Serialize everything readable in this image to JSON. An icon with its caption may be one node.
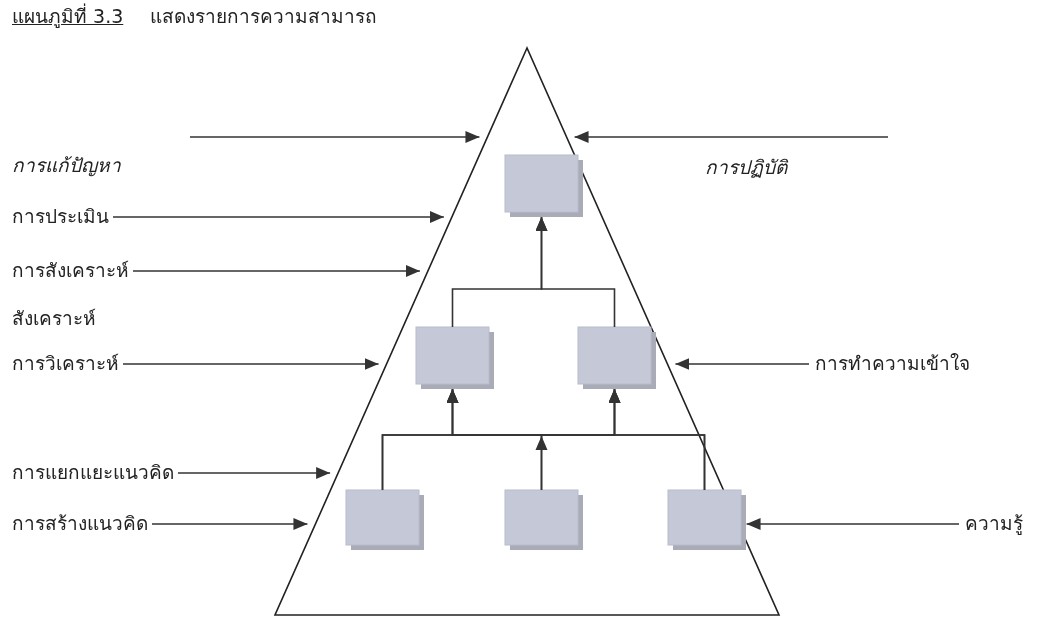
{
  "diagram": {
    "title": "แสดงรายการความสามารถ",
    "nodes": [
      {
        "text": [],
        "shape": "triangle"
      },
      {
        "text": [],
        "shape": "box",
        "in": 0
      },
      {
        "text": [],
        "shape": "box",
        "in": 0
      },
      {
        "text": [],
        "shape": "box",
        "in": 0
      },
      {
        "text": [],
        "shape": "box",
        "in": 0
      },
      {
        "text": [],
        "shape": "box",
        "in": 0
      },
      {
        "text": [],
        "shape": "box",
        "in": 0
      },
      {
        "text": [
          "การประเมิน"
        ]
      },
      {
        "text": [
          "การสังเคราะห์"
        ]
      },
      {
        "text": [
          "การวิเคราะห์"
        ]
      },
      {
        "text": [
          "การแยกแยะแนวคิด"
        ]
      },
      {
        "text": [
          "การสร้างแนวคิด"
        ]
      },
      {
        "text": [
          "การทำความเข้าใจ"
        ]
      },
      {
        "text": [
          "ความรู้"
        ]
      }
    ],
    "edges": [
      {
        "from": null,
        "to": 0,
        "arrow": "to",
        "label": "การแก้ปัญหา"
      },
      {
        "from": null,
        "to": 0,
        "arrow": "to",
        "label": "การปฏิบัติ"
      },
      {
        "from": 7,
        "to": 0,
        "arrow": "to"
      },
      {
        "from": 8,
        "to": 0,
        "arrow": "to"
      },
      {
        "from": 9,
        "to": 0,
        "arrow": "to"
      },
      {
        "from": 10,
        "to": 0,
        "arrow": "to"
      },
      {
        "from": 11,
        "to": 0,
        "arrow": "to"
      },
      {
        "from": 12,
        "to": 0,
        "arrow": "to"
      },
      {
        "from": 13,
        "to": 0,
        "arrow": "to"
      },
      {
        "from": 2,
        "to": 1,
        "arrow": "to"
      },
      {
        "from": 3,
        "to": 1,
        "arrow": "to"
      },
      {
        "from": 4,
        "to": 2,
        "arrow": "to"
      },
      {
        "from": 4,
        "to": 3,
        "arrow": "to"
      },
      {
        "from": 5,
        "to": 2,
        "arrow": "to"
      },
      {
        "from": 5,
        "to": 3,
        "arrow": "to"
      },
      {
        "from": 6,
        "to": 2,
        "arrow": "to"
      },
      {
        "from": 6,
        "to": 3,
        "arrow": "to"
      }
    ],
    "labels": [
      "แผนภูมิที่ 3.3",
      "สังเคราะห์"
    ]
  }
}
